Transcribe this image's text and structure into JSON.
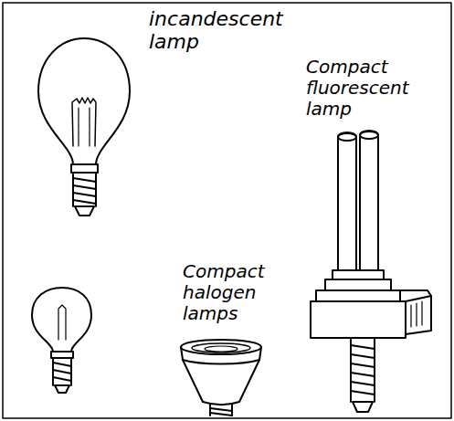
{
  "diagram": {
    "labels": [
      "incandescent lamp",
      "Compact fluorescent lamp",
      "Compact halogen lamps"
    ]
  }
}
